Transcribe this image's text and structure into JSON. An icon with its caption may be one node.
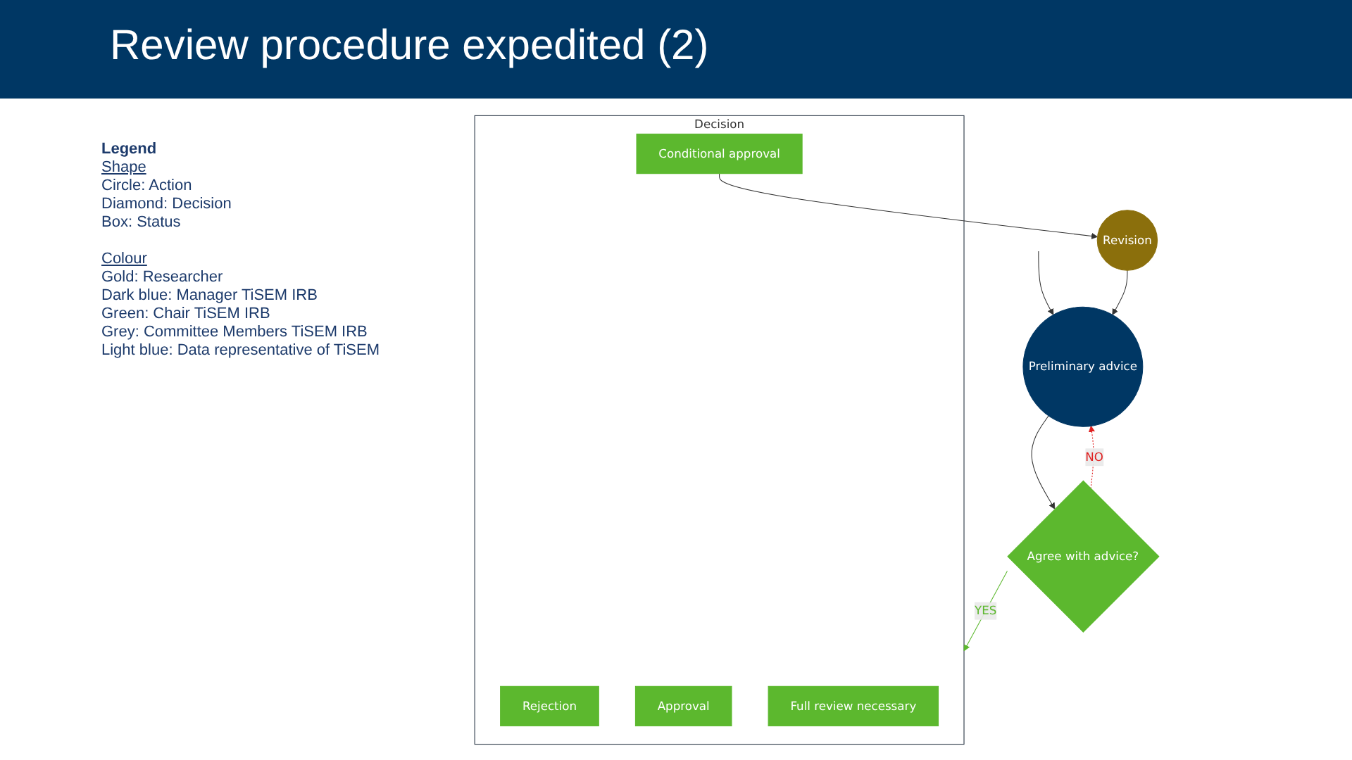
{
  "diagram": {
    "title": "Review procedure expedited (2)",
    "nodes": [
      {
        "text": [
          "Preliminary advice"
        ]
      },
      {
        "text": [
          "Agree with advice?"
        ]
      },
      {
        "text": [
          "Revision"
        ]
      },
      {
        "text": [
          "Decision"
        ]
      },
      {
        "text": [
          "Rejection"
        ],
        "in": 3
      },
      {
        "text": [
          "Conditional approval"
        ],
        "in": 3
      },
      {
        "text": [
          "Approval"
        ],
        "in": 3
      },
      {
        "text": [
          "Full review necessary"
        ],
        "in": 3
      }
    ],
    "edges": [
      {
        "from": null,
        "to": 0,
        "arrow": "to"
      },
      {
        "from": 0,
        "to": 1,
        "arrow": "to"
      },
      {
        "from": 1,
        "to": 0,
        "arrow": "to",
        "label": "NO",
        "style": "dashed",
        "color": "#e02020"
      },
      {
        "from": 1,
        "to": 3,
        "arrow": "to",
        "label": "YES",
        "color": "#5cb82e"
      },
      {
        "from": 5,
        "to": 2,
        "arrow": "to"
      },
      {
        "from": 2,
        "to": 0,
        "arrow": "to"
      }
    ],
    "labels": [
      "Legend",
      "Shape",
      "Circle: Action",
      "Diamond: Decision",
      "Box: Status",
      "Colour",
      "Gold: Researcher",
      "Dark blue: Manager TiSEM IRB",
      "Green: Chair TiSEM IRB",
      "Grey: Committee Members TiSEM IRB",
      "Light blue: Data representative of TiSEM"
    ]
  }
}
